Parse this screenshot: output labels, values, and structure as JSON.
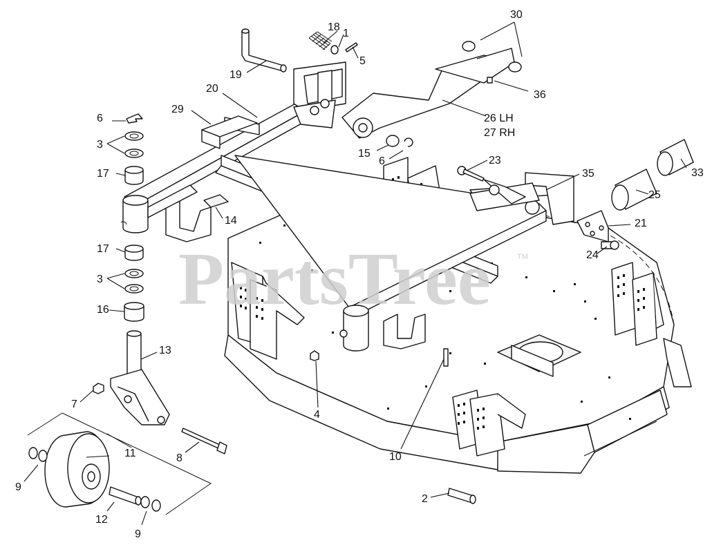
{
  "watermark": {
    "text": "PartsTree",
    "trademark": "TM"
  },
  "callouts": [
    {
      "id": "c1",
      "label": "1"
    },
    {
      "id": "c2",
      "label": "2"
    },
    {
      "id": "c3a",
      "label": "3"
    },
    {
      "id": "c3b",
      "label": "3"
    },
    {
      "id": "c4",
      "label": "4"
    },
    {
      "id": "c5",
      "label": "5"
    },
    {
      "id": "c6a",
      "label": "6"
    },
    {
      "id": "c6b",
      "label": "6"
    },
    {
      "id": "c7",
      "label": "7"
    },
    {
      "id": "c8",
      "label": "8"
    },
    {
      "id": "c9a",
      "label": "9"
    },
    {
      "id": "c9b",
      "label": "9"
    },
    {
      "id": "c10",
      "label": "10"
    },
    {
      "id": "c11",
      "label": "11"
    },
    {
      "id": "c12",
      "label": "12"
    },
    {
      "id": "c13",
      "label": "13"
    },
    {
      "id": "c14",
      "label": "14"
    },
    {
      "id": "c15",
      "label": "15"
    },
    {
      "id": "c16",
      "label": "16"
    },
    {
      "id": "c17a",
      "label": "17"
    },
    {
      "id": "c17b",
      "label": "17"
    },
    {
      "id": "c18",
      "label": "18"
    },
    {
      "id": "c19",
      "label": "19"
    },
    {
      "id": "c20",
      "label": "20"
    },
    {
      "id": "c21",
      "label": "21"
    },
    {
      "id": "c23",
      "label": "23"
    },
    {
      "id": "c24",
      "label": "24"
    },
    {
      "id": "c25",
      "label": "25"
    },
    {
      "id": "c26",
      "label": "26 LH"
    },
    {
      "id": "c27",
      "label": "27 RH"
    },
    {
      "id": "c29",
      "label": "29"
    },
    {
      "id": "c30",
      "label": "30"
    },
    {
      "id": "c33",
      "label": "33"
    },
    {
      "id": "c35",
      "label": "35"
    },
    {
      "id": "c36",
      "label": "36"
    }
  ]
}
